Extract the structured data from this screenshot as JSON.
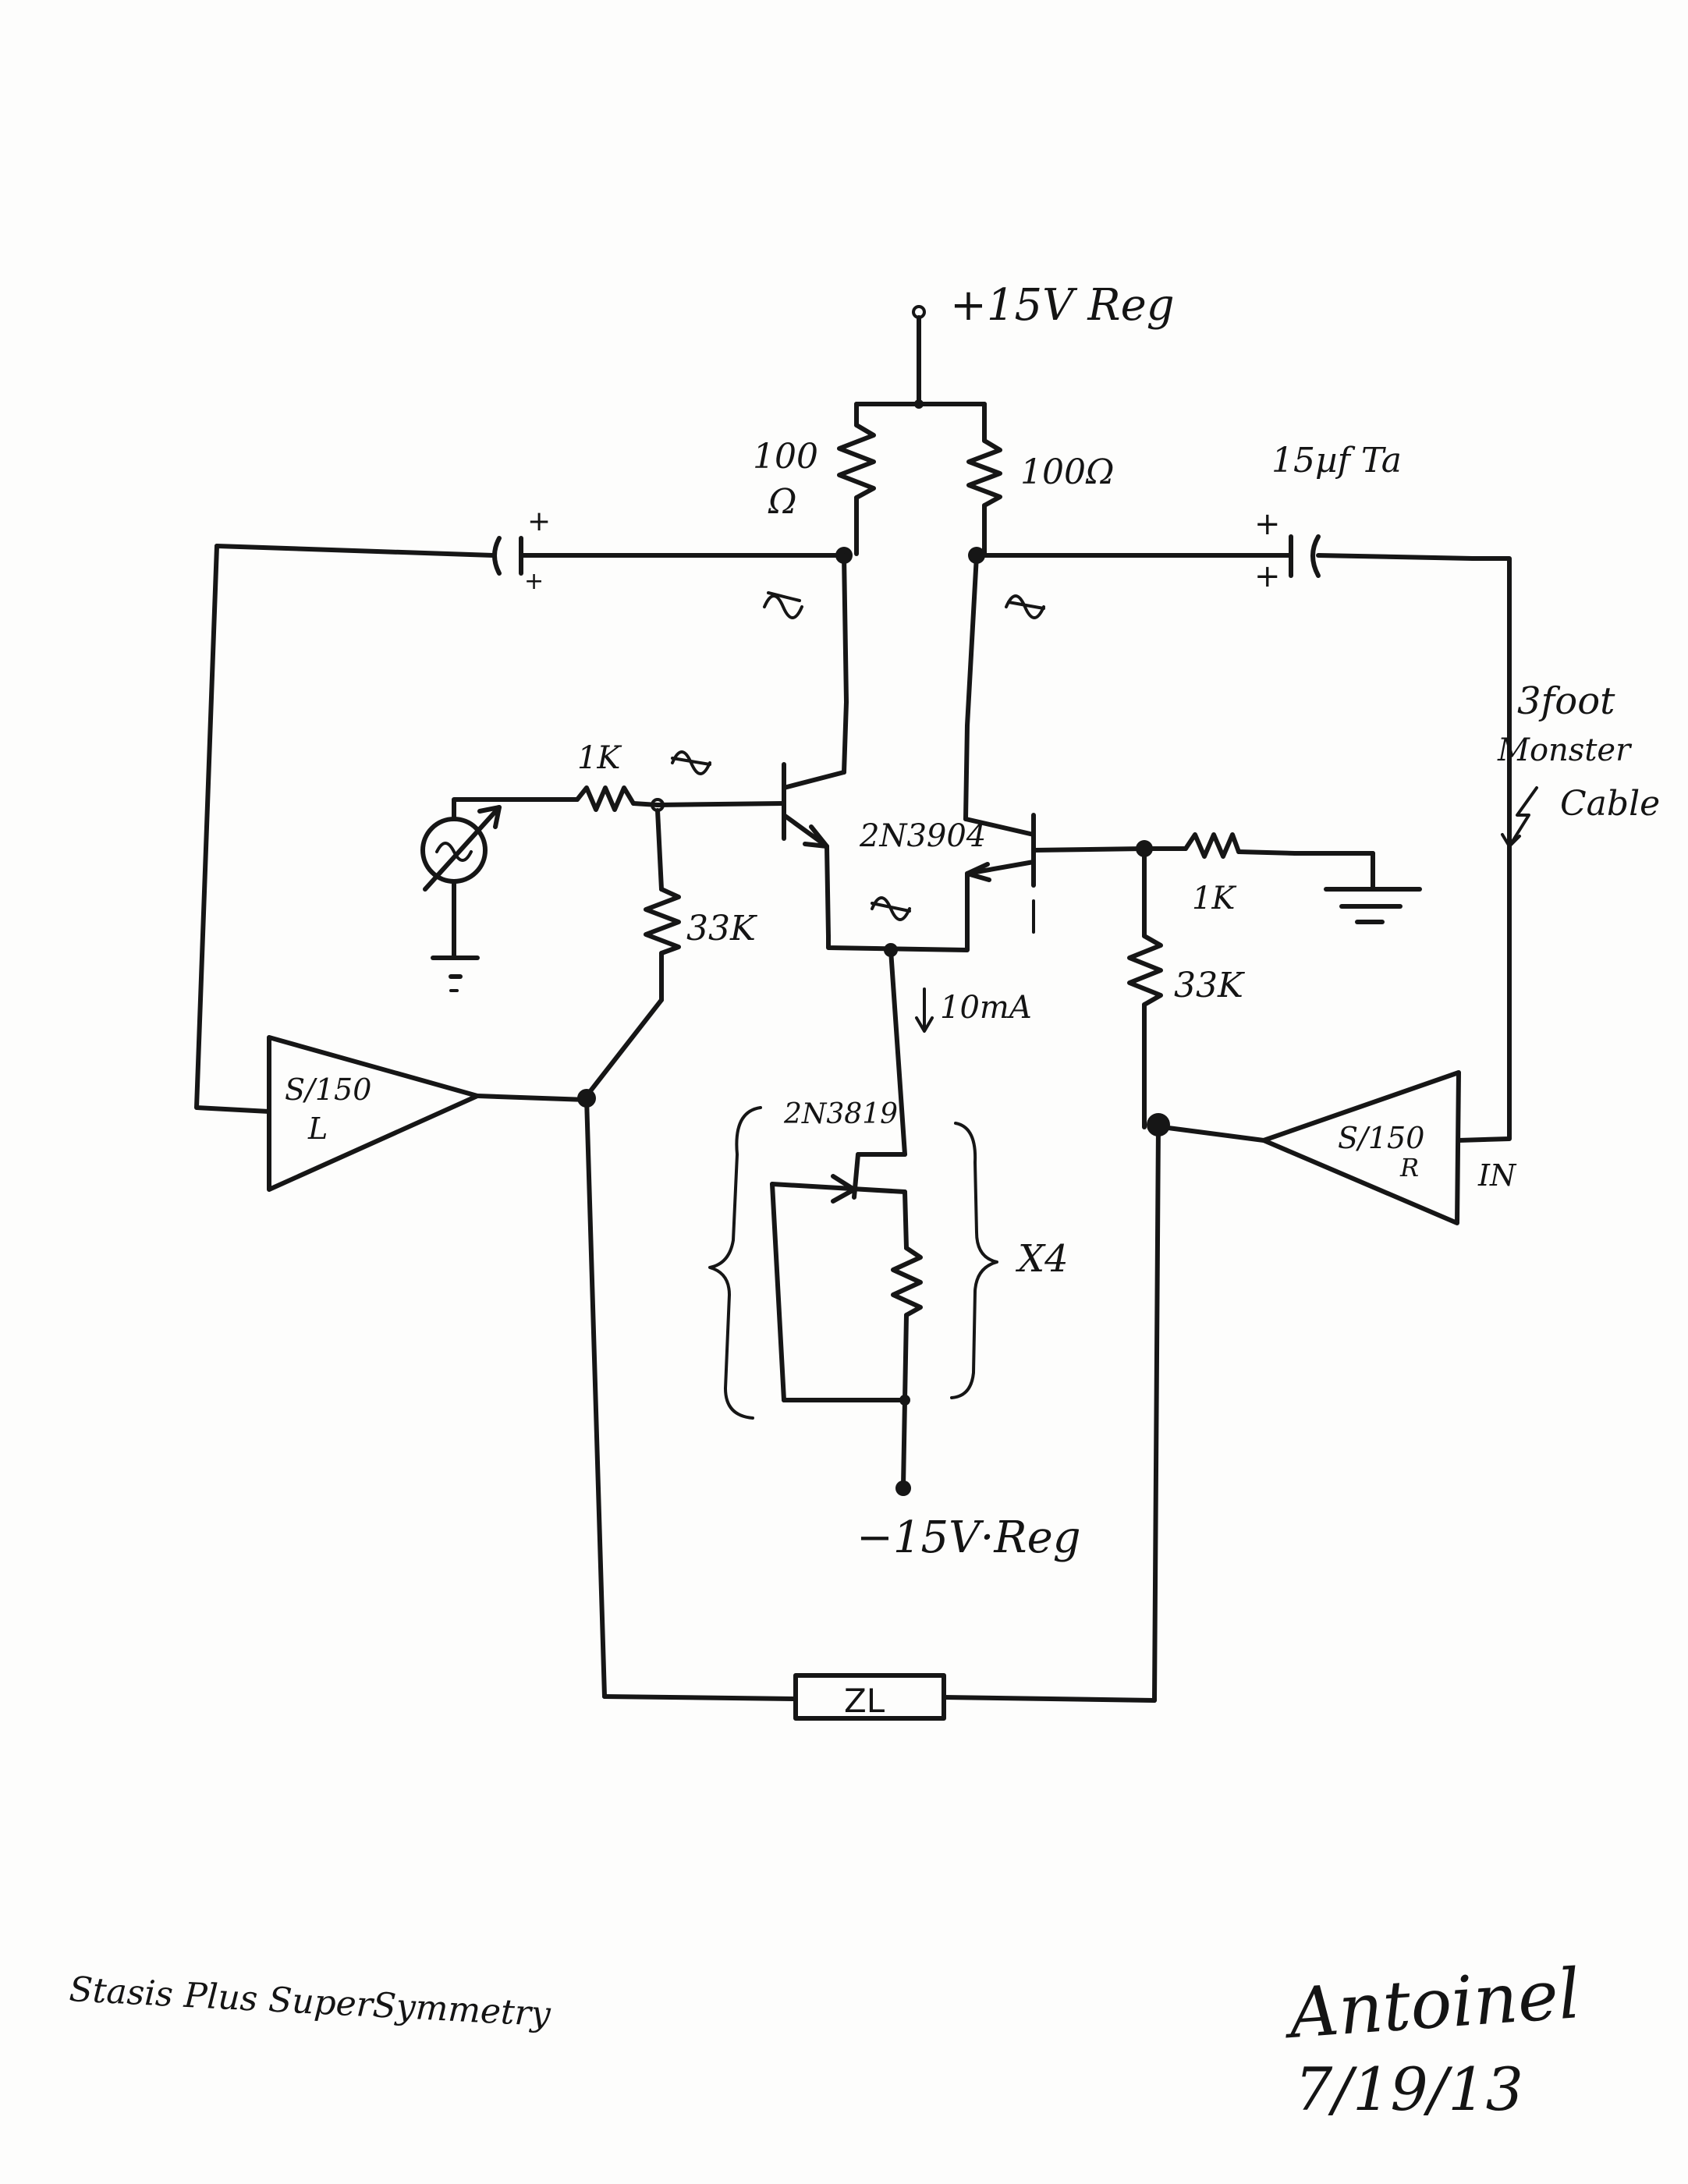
{
  "supply": {
    "positive": "+15V Reg",
    "negative": "−15V·Reg"
  },
  "resistors": {
    "collector_left": [
      "100",
      "Ω"
    ],
    "collector_right": "100Ω",
    "base_left": "1K",
    "base_right": "1K",
    "bias_left": "33K",
    "bias_right": "33K"
  },
  "capacitor": "15µf Ta",
  "transistors": {
    "pair": "2N3904",
    "jfet": "2N3819"
  },
  "current": "10mA",
  "multiplier": "X4",
  "amplifiers": {
    "left": [
      "S/150",
      "L"
    ],
    "right": [
      "S/150",
      "R"
    ]
  },
  "input_label": "IN",
  "cable_note": [
    "3foot",
    "Monster",
    "Cable"
  ],
  "load": "ZL",
  "title": "Stasis Plus SuperSymmetry",
  "signature": "Antoinel",
  "date": "7/19/13",
  "polarity": "+"
}
